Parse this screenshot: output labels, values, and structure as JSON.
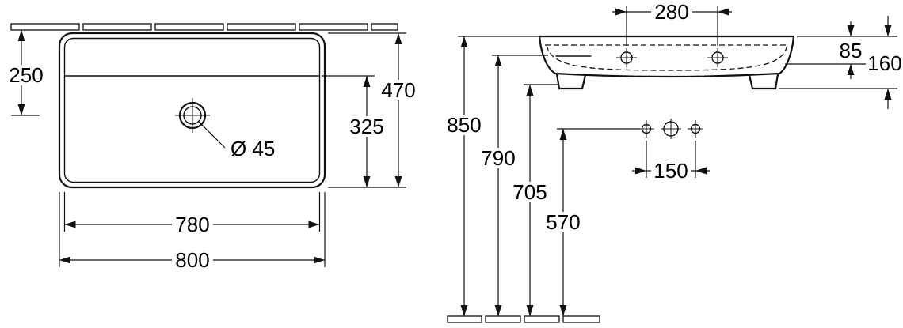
{
  "plan_view": {
    "dims": {
      "wall_to_tap": "250",
      "overall_depth": "470",
      "bowl_depth": "325",
      "inner_width": "780",
      "overall_width": "800",
      "tap_hole_diameter": "Ø 45"
    }
  },
  "side_view": {
    "dims": {
      "tap_hole_spacing": "280",
      "apron_height": "85",
      "front_height": "160",
      "rim_height": "850",
      "deck_height": "790",
      "underside_height": "705",
      "fixing_height": "570",
      "fixing_spacing": "150"
    }
  }
}
